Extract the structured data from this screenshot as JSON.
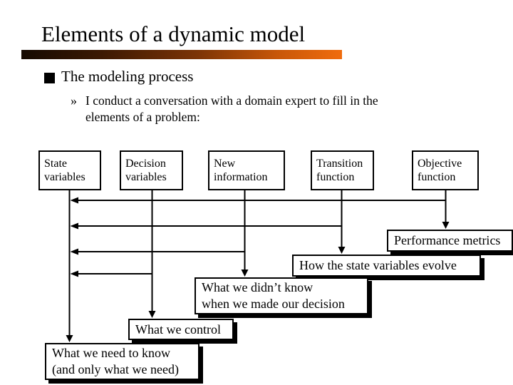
{
  "slide": {
    "title": "Elements of a dynamic model",
    "bullet": {
      "label": "The modeling process"
    },
    "sub_bullet": {
      "marker": "»",
      "lines": [
        "I conduct a conversation with a domain expert to fill in the",
        "elements of a problem:"
      ]
    },
    "colors": {
      "accent_bar_start": "#150a01",
      "accent_bar_end": "#f06c0e",
      "line_color": "#000000",
      "box_fill": "#ffffff",
      "shadow": "#000000"
    }
  },
  "diagram": {
    "element_boxes": [
      {
        "label": "State variables"
      },
      {
        "label": "Decision variables"
      },
      {
        "label": "New information"
      },
      {
        "label": "Transition function"
      },
      {
        "label": "Objective function"
      }
    ],
    "annotation_boxes": [
      {
        "lines": [
          "Performance metrics"
        ]
      },
      {
        "lines": [
          "How the state variables evolve"
        ]
      },
      {
        "lines": [
          "What we didn’t know",
          "when we made our decision"
        ]
      },
      {
        "lines": [
          "What we control"
        ]
      },
      {
        "lines": [
          "What we need to know",
          "(and only what we need)"
        ]
      }
    ]
  }
}
